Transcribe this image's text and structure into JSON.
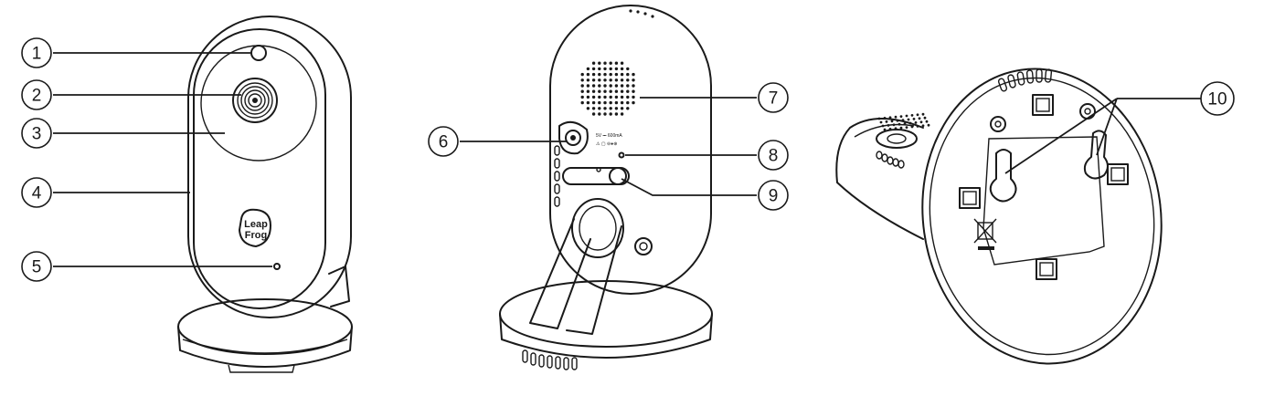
{
  "diagram": {
    "brand_logo": [
      "Leap",
      "Frog"
    ],
    "rear_label": [
      "5V ⎓ 600mA",
      "⚠ ▢  ⊖●⊕"
    ],
    "callouts": [
      "1",
      "2",
      "3",
      "4",
      "5",
      "6",
      "7",
      "8",
      "9",
      "10"
    ]
  },
  "colors": {
    "line": "#1a1a1a",
    "background": "#ffffff"
  }
}
